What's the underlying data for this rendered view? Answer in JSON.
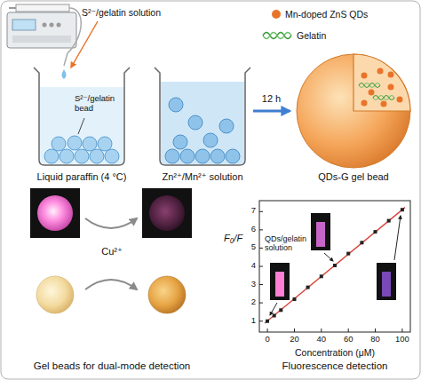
{
  "diagram": {
    "nodes": [
      {
        "text": [
          "Liquid paraffin (4 °C)"
        ]
      },
      {
        "text": [
          "Zn²⁺/Mn²⁺ solution"
        ]
      },
      {
        "text": [
          "QDs-G gel bead"
        ]
      }
    ],
    "edges": [
      {
        "from": 1,
        "to": 2,
        "arrow": "to",
        "label": "12 h"
      }
    ],
    "labels": [
      "S²⁻/gelatin solution",
      "S²⁻/gelatin bead",
      "Cu²⁺",
      "Gel beads for dual-mode detection",
      "F₀/F",
      "1",
      "2",
      "3",
      "4",
      "5",
      "6",
      "7",
      "0",
      "20",
      "40",
      "60",
      "80",
      "100",
      "Concentration (μM)",
      "QDs/gelatin solution",
      "Fluorescence detection"
    ],
    "legend": [
      {
        "text": "Mn-doped ZnS QDs",
        "color": "#e8742a"
      },
      {
        "text": "Gelatin"
      }
    ]
  }
}
